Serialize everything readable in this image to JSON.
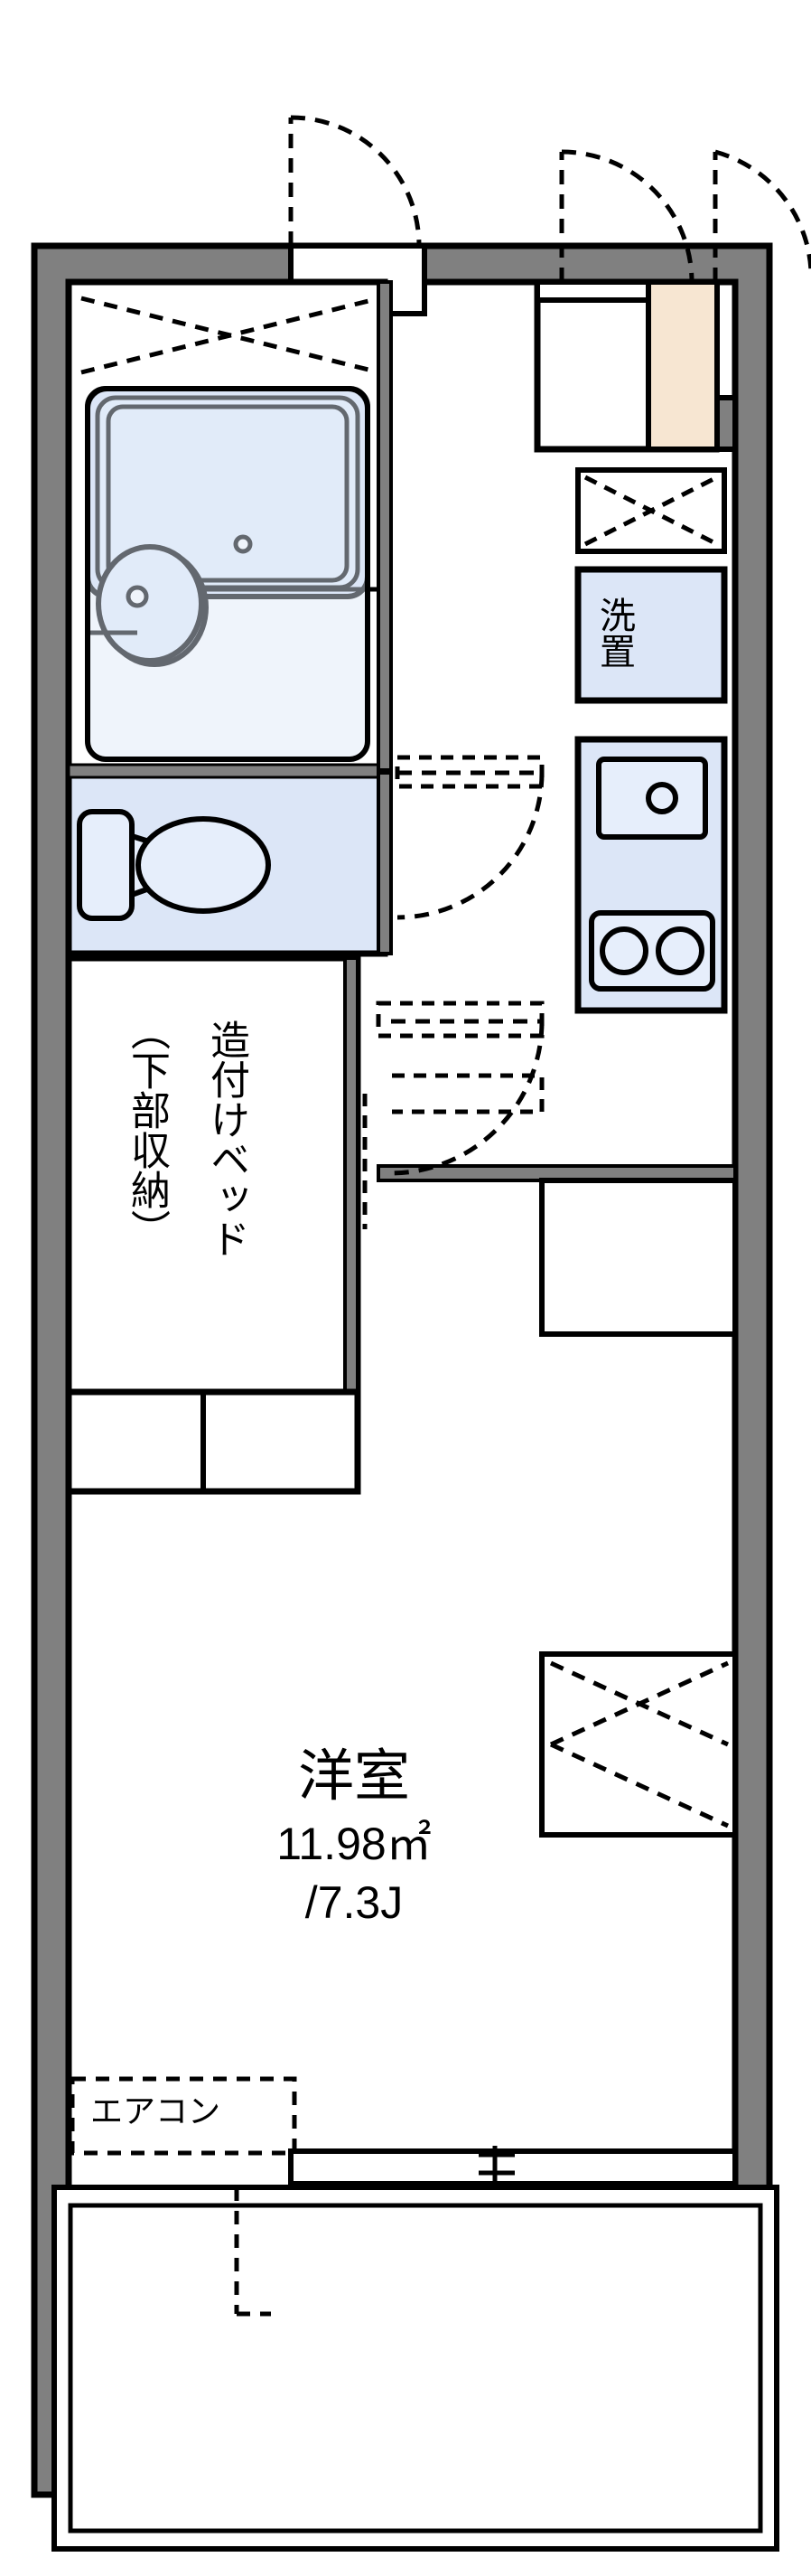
{
  "plan": {
    "type": "japanese-apartment-floorplan",
    "unit_summary": "1K apartment floor plan",
    "colors": {
      "wall_fill": "#808080",
      "wall_outline": "#000000",
      "fixture_fill": "#dce6f7",
      "fixture_outline": "#000000",
      "balcony_accent": "#f2dcc8",
      "background": "#ffffff",
      "dashed": "#000000"
    },
    "labels": {
      "laundry": "洗置",
      "built_in_bed": "造付けベッド",
      "lower_storage": "（下部収納）",
      "main_room_name": "洋室",
      "main_room_area": "11.98㎡",
      "main_room_jo": "/7.3J",
      "air_conditioner": "エアコン"
    },
    "rooms": [
      {
        "name": "洋室",
        "area": "11.98㎡",
        "jo": "/7.3J"
      },
      {
        "name": "洗置"
      }
    ],
    "fixtures": [
      {
        "name": "bathtub-unit",
        "label": ""
      },
      {
        "name": "washbasin",
        "label": ""
      },
      {
        "name": "toilet",
        "label": ""
      },
      {
        "name": "washing-machine-space",
        "label": "洗置"
      },
      {
        "name": "kitchen-sink",
        "label": ""
      },
      {
        "name": "stove-two-burner",
        "label": ""
      },
      {
        "name": "built-in-bed",
        "label": "造付けベッド"
      },
      {
        "name": "air-conditioner-marker",
        "label": "エアコン"
      },
      {
        "name": "entrance-door",
        "label": ""
      },
      {
        "name": "balcony",
        "label": ""
      }
    ]
  }
}
